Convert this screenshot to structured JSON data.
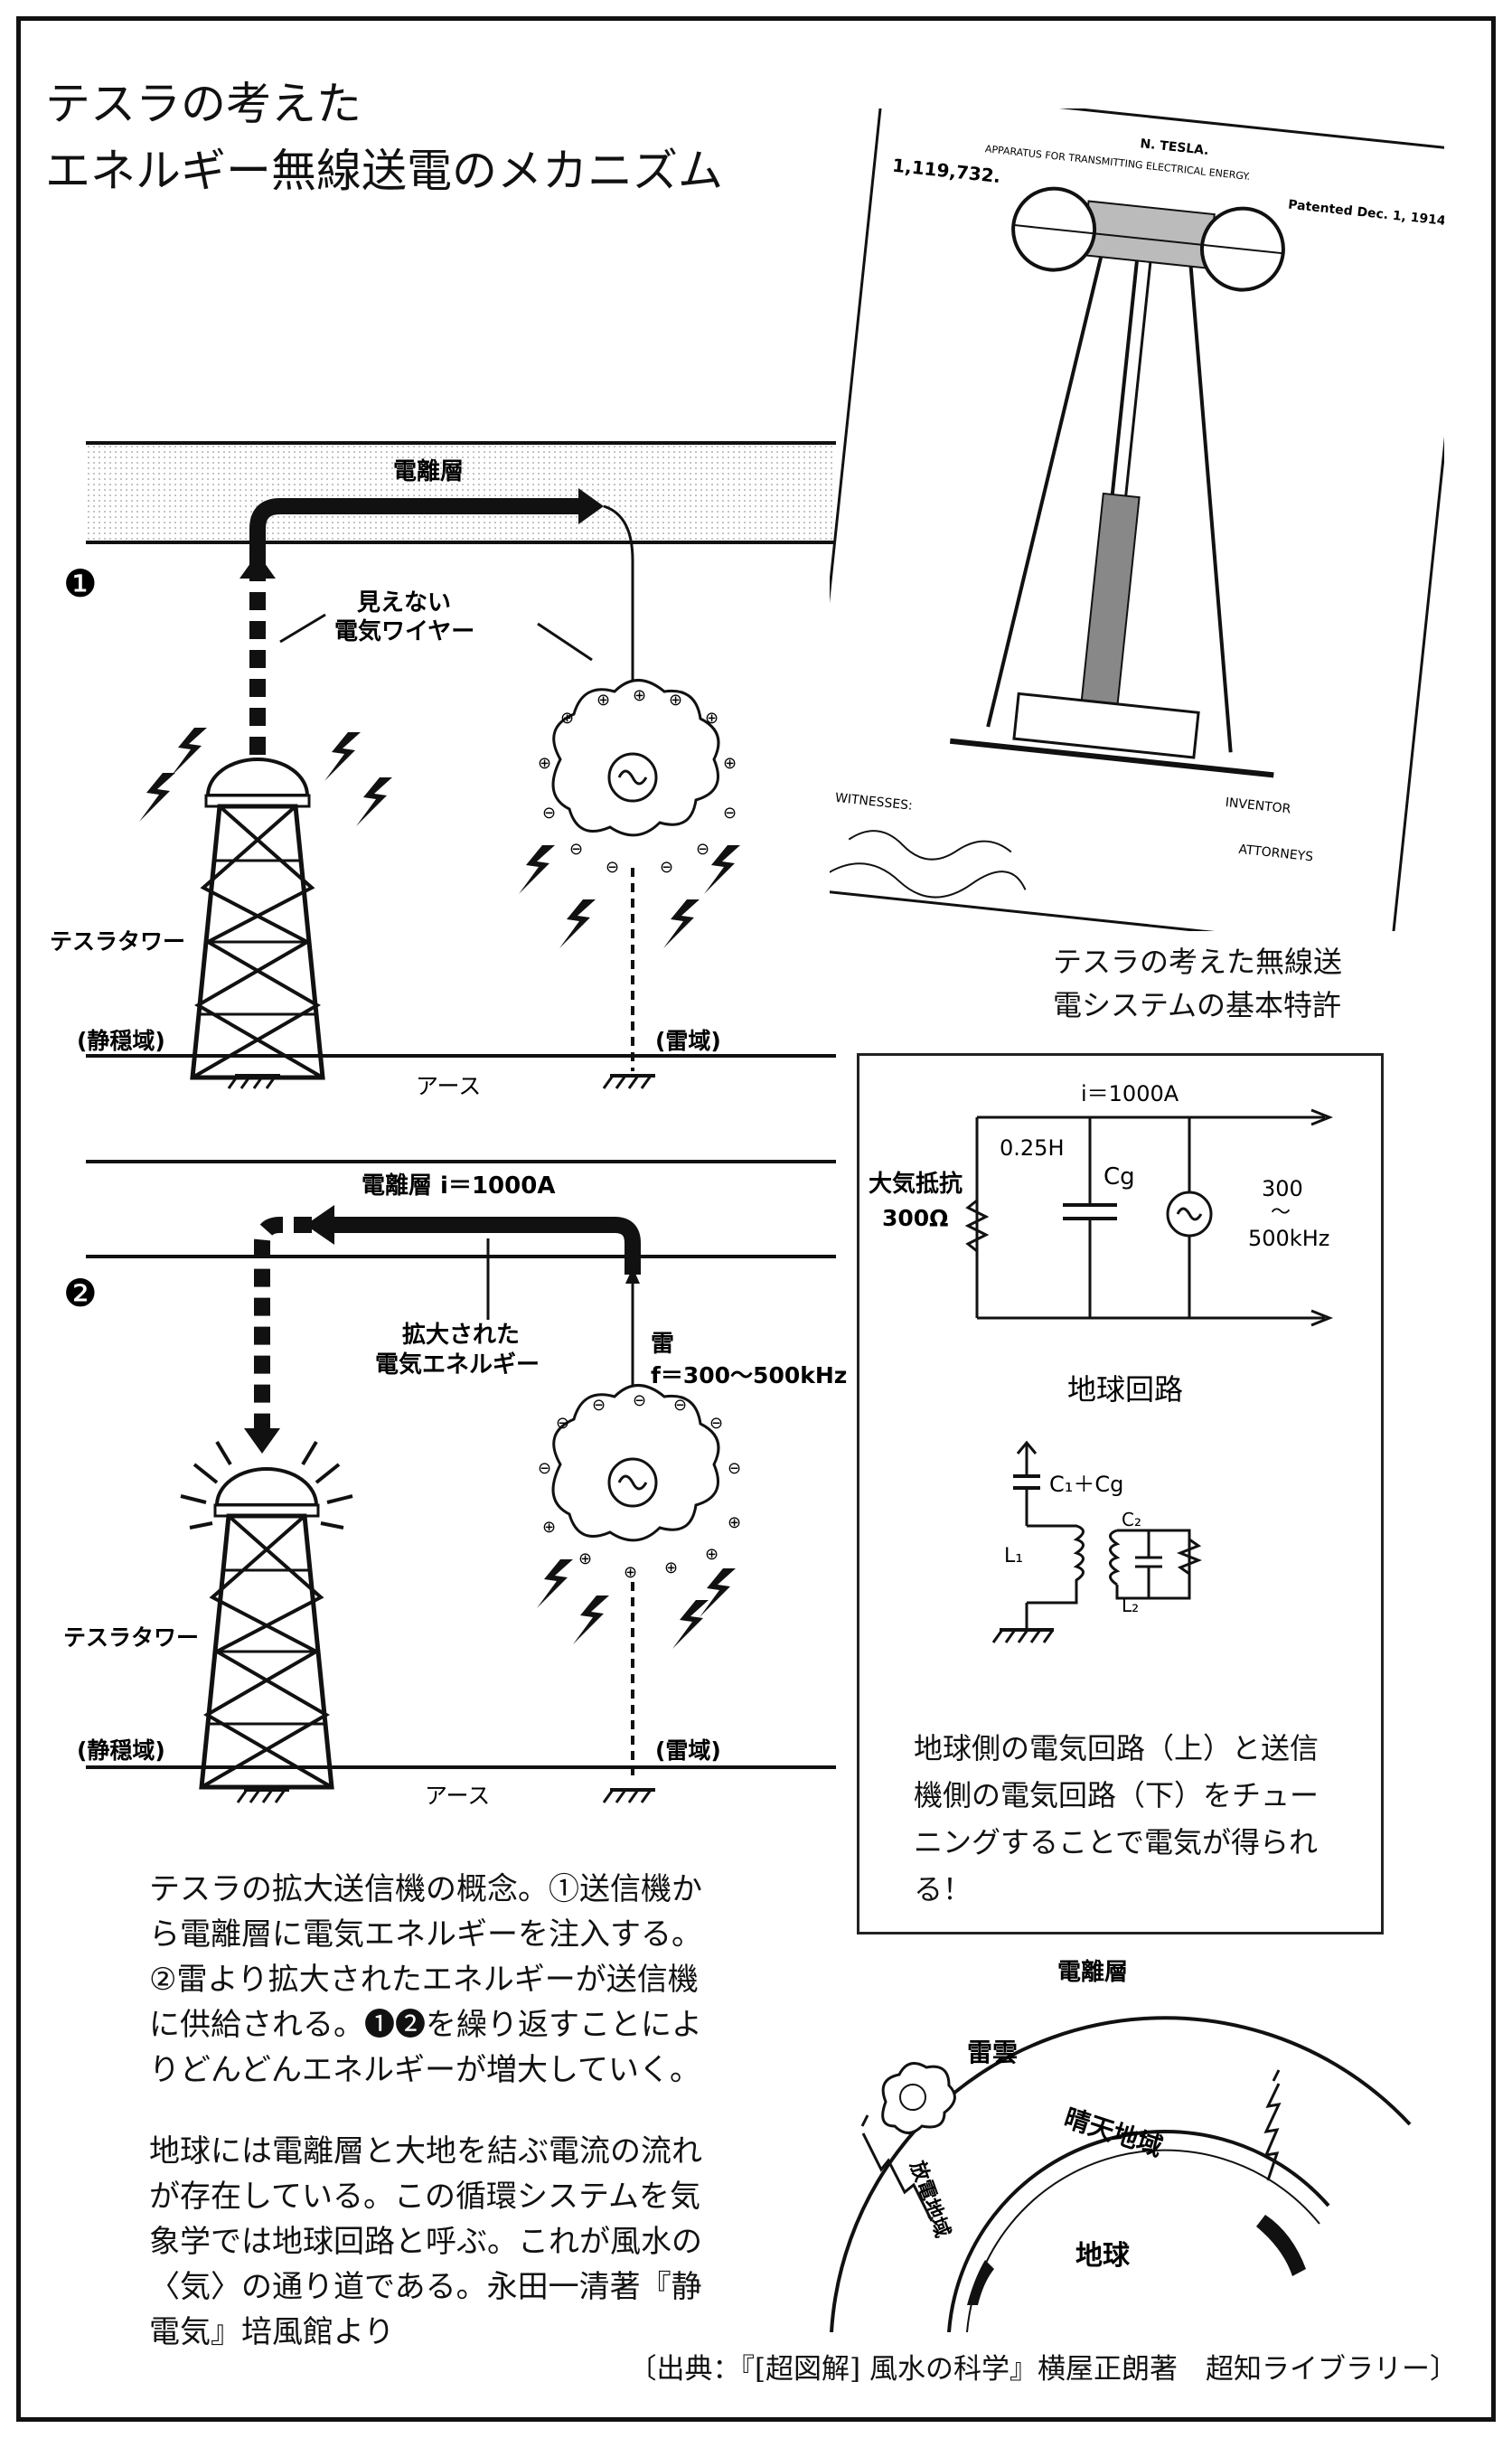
{
  "title": {
    "line1": "テスラの考えた",
    "line2": "エネルギー無線送電のメカニズム"
  },
  "diagram1": {
    "number": "❶",
    "ionosphere": "電離層",
    "invisible_wire_1": "見えない",
    "invisible_wire_2": "電気ワイヤー",
    "tower": "テスラタワー",
    "calm_zone": "(静穏域)",
    "thunder_zone": "(雷域)",
    "earth": "アース"
  },
  "diagram2": {
    "number": "❷",
    "ionosphere": "電離層 i＝1000A",
    "amplified_1": "拡大された",
    "amplified_2": "電気エネルギー",
    "thunder": "雷",
    "freq": "f＝300〜500kHz",
    "tower": "テスラタワー",
    "calm_zone": "(静穏域)",
    "thunder_zone": "(雷域)",
    "earth": "アース"
  },
  "patent": {
    "number": "1,119,732.",
    "header": "N. TESLA.",
    "subheader": "APPARATUS FOR TRANSMITTING ELECTRICAL ENERGY.",
    "date": "Patented Dec. 1, 1914.",
    "inventor": "INVENTOR",
    "attorneys": "ATTORNEYS",
    "witnesses": "WITNESSES:"
  },
  "patent_caption": "テスラの考えた無線送\n電システムの基本特許",
  "circuit": {
    "current": "i＝1000A",
    "inductance": "0.25H",
    "capacitance": "Cg",
    "resistance_label": "大気抵抗",
    "resistance_value": "300Ω",
    "freq_top": "300",
    "freq_tilde": "〜",
    "freq_bottom": "500kHz",
    "earth_circuit": "地球回路",
    "c1cg": "C₁＋Cg",
    "l1": "L₁",
    "c2": "C₂",
    "l2": "L₂",
    "description": "地球側の電気回路（上）と送信\n機側の電気回路（下）をチュー\nニングすることで電気が得られ\nる！"
  },
  "concept_text": "テスラの拡大送信機の概念。①送信機か\nら電離層に電気エネルギーを注入する。\n②雷より拡大されたエネルギーが送信機\nに供給される。❶❷を繰り返すことによ\nりどんどんエネルギーが増大していく。",
  "earth_text": "地球には電離層と大地を結ぶ電流の流れ\nが存在している。この循環システムを気\n象学では地球回路と呼ぶ。これが風水の\n〈気〉の通り道である。永田一清著『静\n電気』培風館より",
  "globe": {
    "ionosphere": "電離層",
    "cloud": "雷雲",
    "clear": "晴天地域",
    "earth": "地球",
    "discharge": "放電地域"
  },
  "source": "〔出典：『[超図解] 風水の科学』横屋正朗著　超知ライブラリー〕"
}
